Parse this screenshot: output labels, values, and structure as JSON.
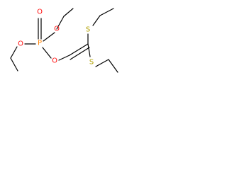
{
  "molecule": {
    "atoms": {
      "phosphorus": "P",
      "oxygen_top": "O",
      "oxygen_left": "O",
      "oxygen_upper_left": "O",
      "oxygen_bottom": "O",
      "sulfur_upper": "S",
      "sulfur_lower": "S"
    },
    "colors": {
      "phosphorus": "#FF8000",
      "oxygen": "#FF0D0D",
      "sulfur": "#B0A000",
      "bond": "#000000"
    }
  }
}
